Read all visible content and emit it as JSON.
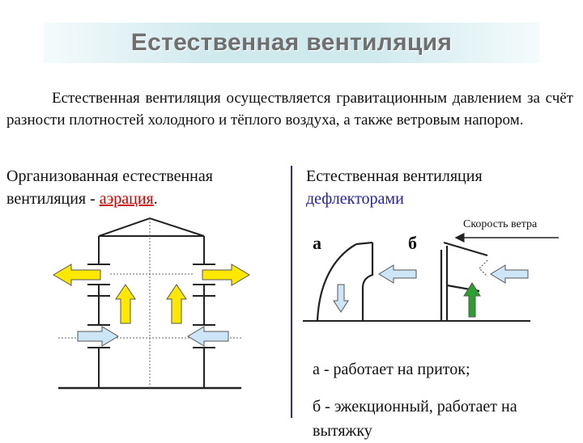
{
  "title": "Естественная вентиляция",
  "intro": "Естественная вентиляция осуществляется гравитационным давлением за счёт разности плотностей холодного и тёплого воздуха, а также ветровым напором.",
  "left": {
    "heading_prefix": "Организованная естественная вентиляция - ",
    "heading_highlight": "аэрация",
    "heading_suffix": "."
  },
  "right": {
    "heading_line1": "Естественная вентиляция",
    "heading_line2": "дефлекторами",
    "label_a": "а",
    "label_b": "б",
    "wind_label": "Скорость ветра",
    "note_a": "а - работает на приток;",
    "note_b": "б - эжекционный, работает на вытяжку"
  },
  "colors": {
    "title_band": "#cfe9ed",
    "highlight_red": "#cc0000",
    "deflector_blue": "#2222aa",
    "divider": "#2a2ab8",
    "arrow_yellow": "#ffe800",
    "arrow_blue": "#cde6f7",
    "arrow_green": "#2ca02c"
  }
}
